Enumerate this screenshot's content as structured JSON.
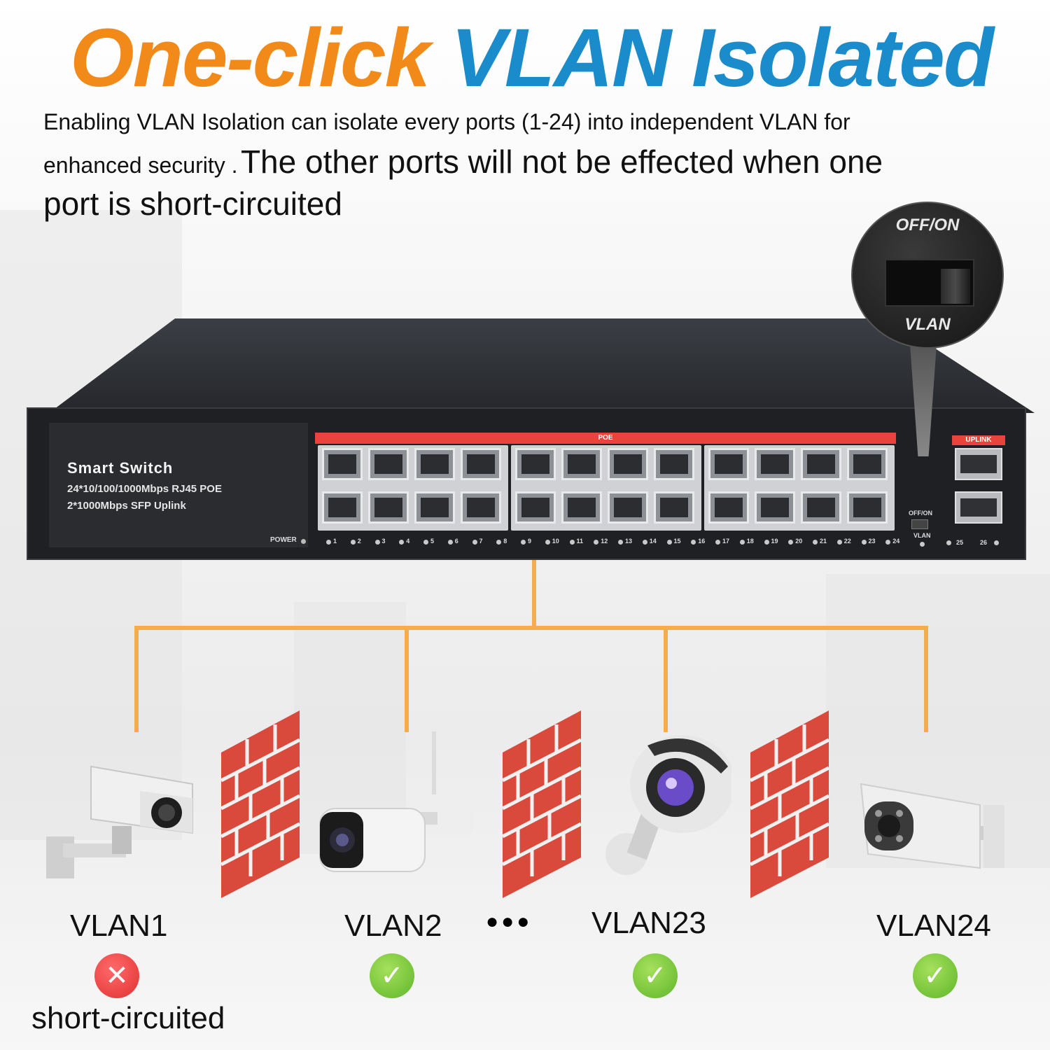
{
  "headline": {
    "part1": "One-click",
    "part2": "VLAN Isolated"
  },
  "description": {
    "line1": "Enabling VLAN Isolation can isolate every ports (1-24) into independent VLAN for",
    "line2a": "enhanced security .",
    "line2b": "The other ports will not be effected when one",
    "line3": "port is short-circuited"
  },
  "switch": {
    "brand": "Smart Switch",
    "spec1": "24*10/100/1000Mbps RJ45 POE",
    "spec2": "2*1000Mbps SFP Uplink",
    "poe_label": "POE",
    "uplink_label": "UPLINK",
    "power_label": "POWER",
    "offon_label": "OFF/ON",
    "vlan_label": "VLAN",
    "port_numbers": [
      "1",
      "2",
      "3",
      "4",
      "5",
      "6",
      "7",
      "8",
      "9",
      "10",
      "11",
      "12",
      "13",
      "14",
      "15",
      "16",
      "17",
      "18",
      "19",
      "20",
      "21",
      "22",
      "23",
      "24"
    ],
    "sfp_numbers": [
      "25",
      "26"
    ]
  },
  "zoom": {
    "top_label": "OFF/ON",
    "bottom_label": "VLAN"
  },
  "vlans": [
    {
      "label": "VLAN1",
      "status": "fail",
      "status_icon": "cross-icon"
    },
    {
      "label": "VLAN2",
      "status": "ok",
      "status_icon": "check-icon"
    },
    {
      "label": "VLAN23",
      "status": "ok",
      "status_icon": "check-icon"
    },
    {
      "label": "VLAN24",
      "status": "ok",
      "status_icon": "check-icon"
    }
  ],
  "ellipsis": "●●●",
  "fail_note": "short-circuited",
  "colors": {
    "orange": "#f28a1a",
    "blue": "#1a8ccc",
    "wire": "#f5ac4a",
    "brick": "#d94a3c",
    "ok": "#6cc13a",
    "fail": "#e53935"
  }
}
